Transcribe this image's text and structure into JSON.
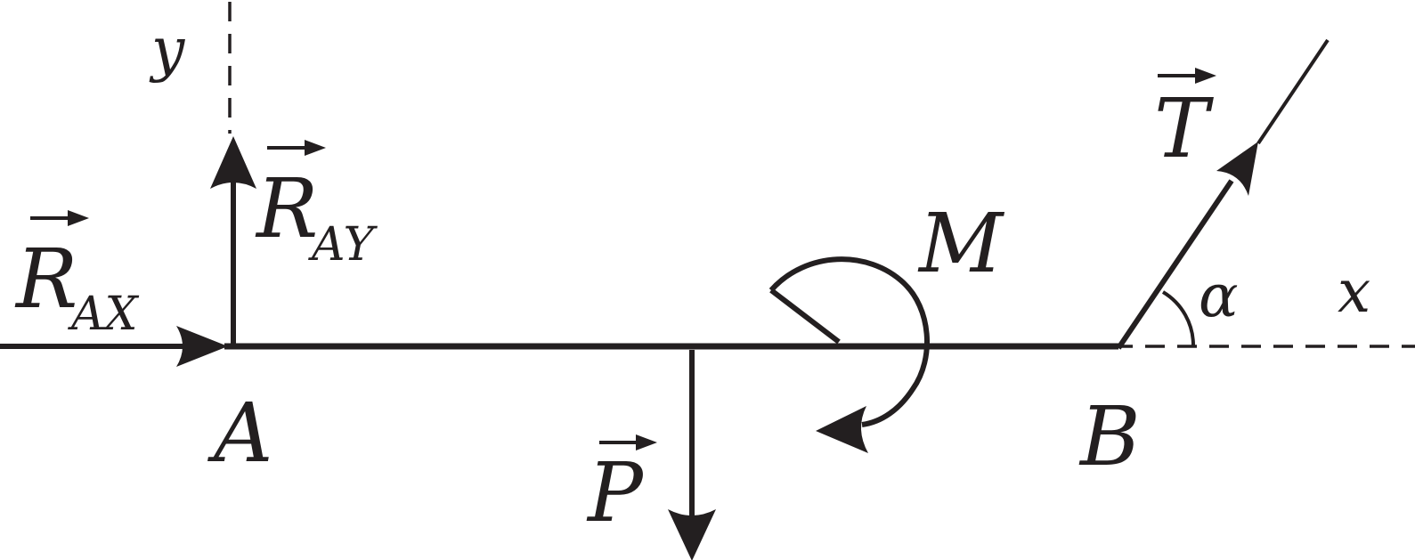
{
  "labels": {
    "y_axis": "y",
    "x_axis": "x",
    "point_a": "A",
    "point_b": "B",
    "force_rax": "R",
    "force_rax_sub": "AX",
    "force_ray": "R",
    "force_ray_sub": "AY",
    "force_p": "P",
    "force_t": "T",
    "moment_m": "M",
    "angle_alpha": "α"
  },
  "colors": {
    "ink": "#231f20",
    "background": "#ffffff"
  }
}
